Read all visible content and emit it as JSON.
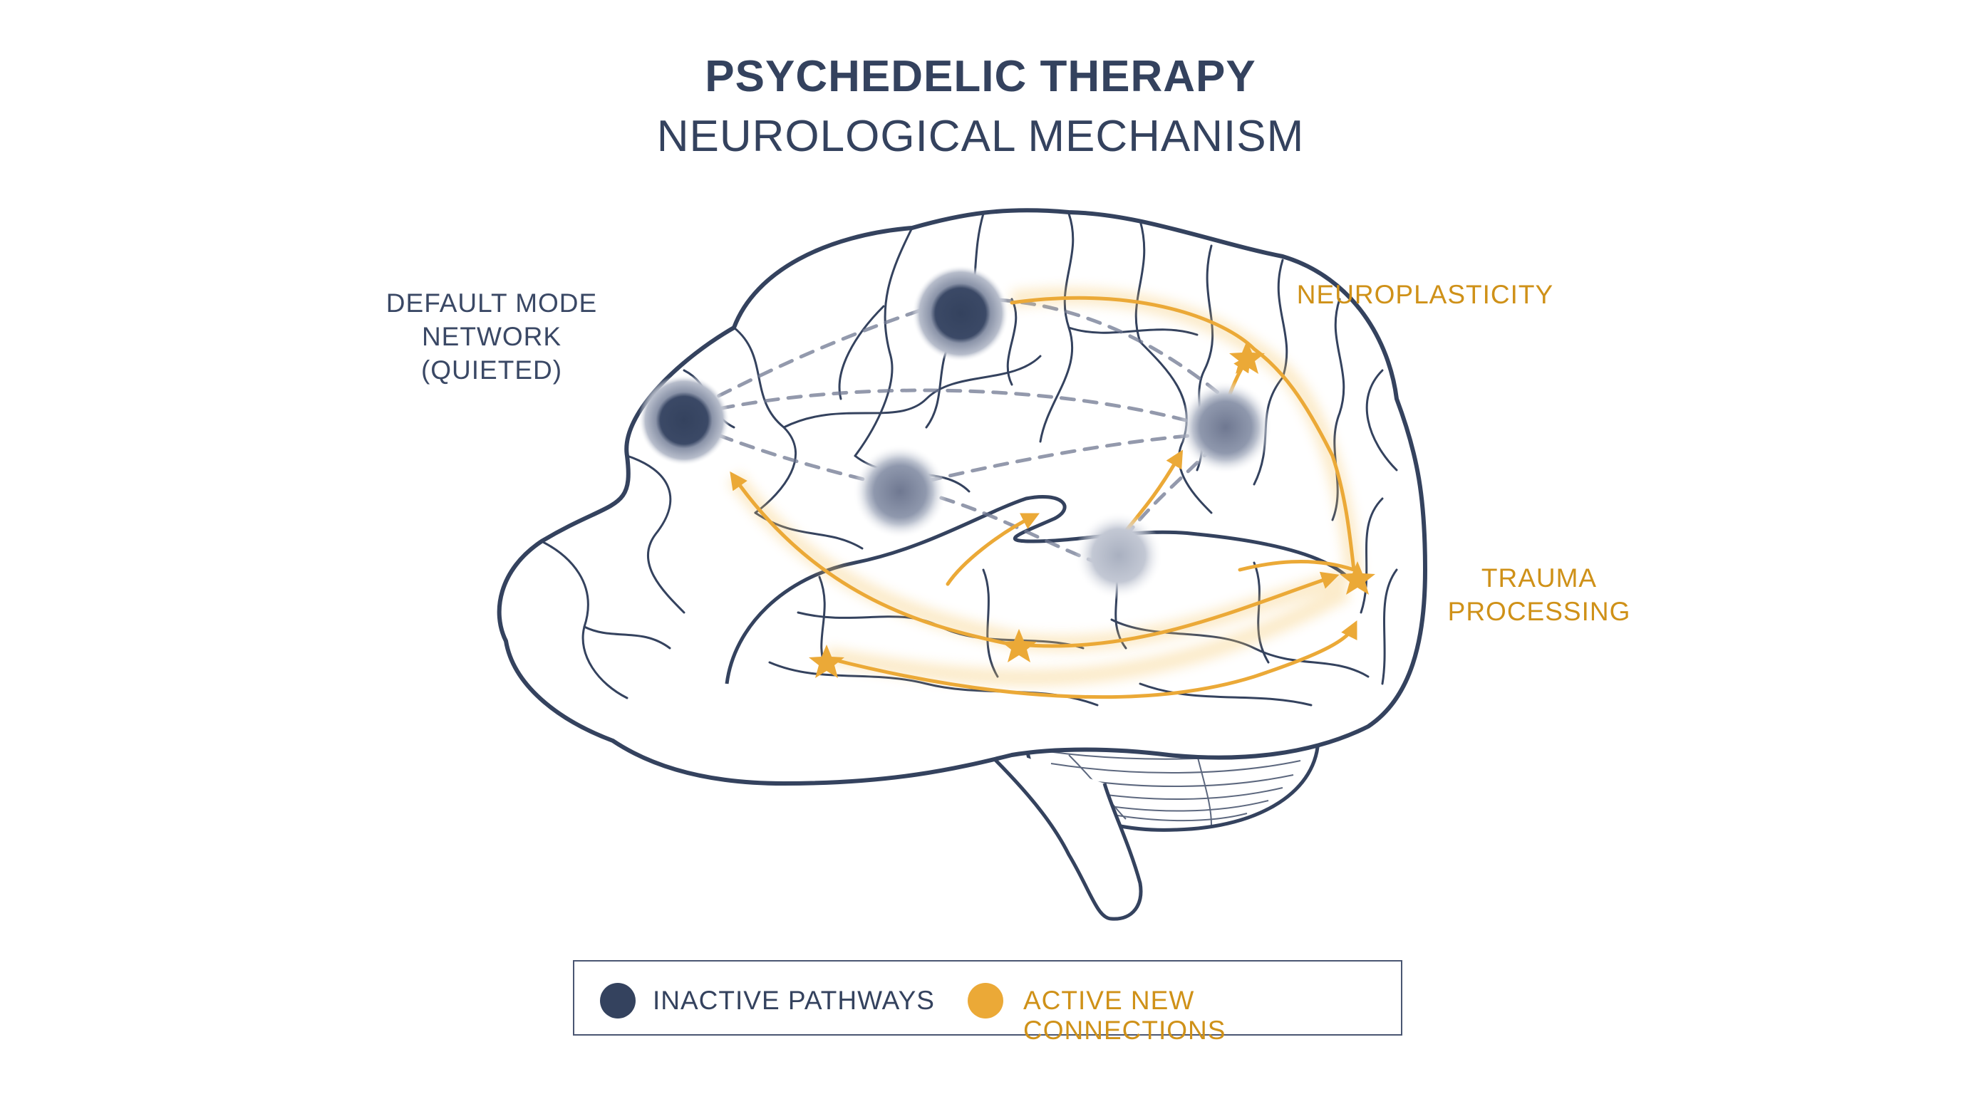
{
  "title": "PSYCHEDELIC THERAPY",
  "subtitle": "NEUROLOGICAL MECHANISM",
  "labels": {
    "default_mode_network": [
      "DEFAULT MODE",
      "NETWORK",
      "(QUIETED)"
    ],
    "neuroplasticity": "NEUROPLASTICITY",
    "trauma_processing": [
      "TRAUMA",
      "PROCESSING"
    ]
  },
  "legend": {
    "inactive": "INACTIVE PATHWAYS",
    "active": "ACTIVE NEW CONNECTIONS"
  },
  "colors": {
    "inactive": "#34425e",
    "active": "#eba937",
    "outline": "#34425e",
    "active_label": "#cf9118"
  }
}
